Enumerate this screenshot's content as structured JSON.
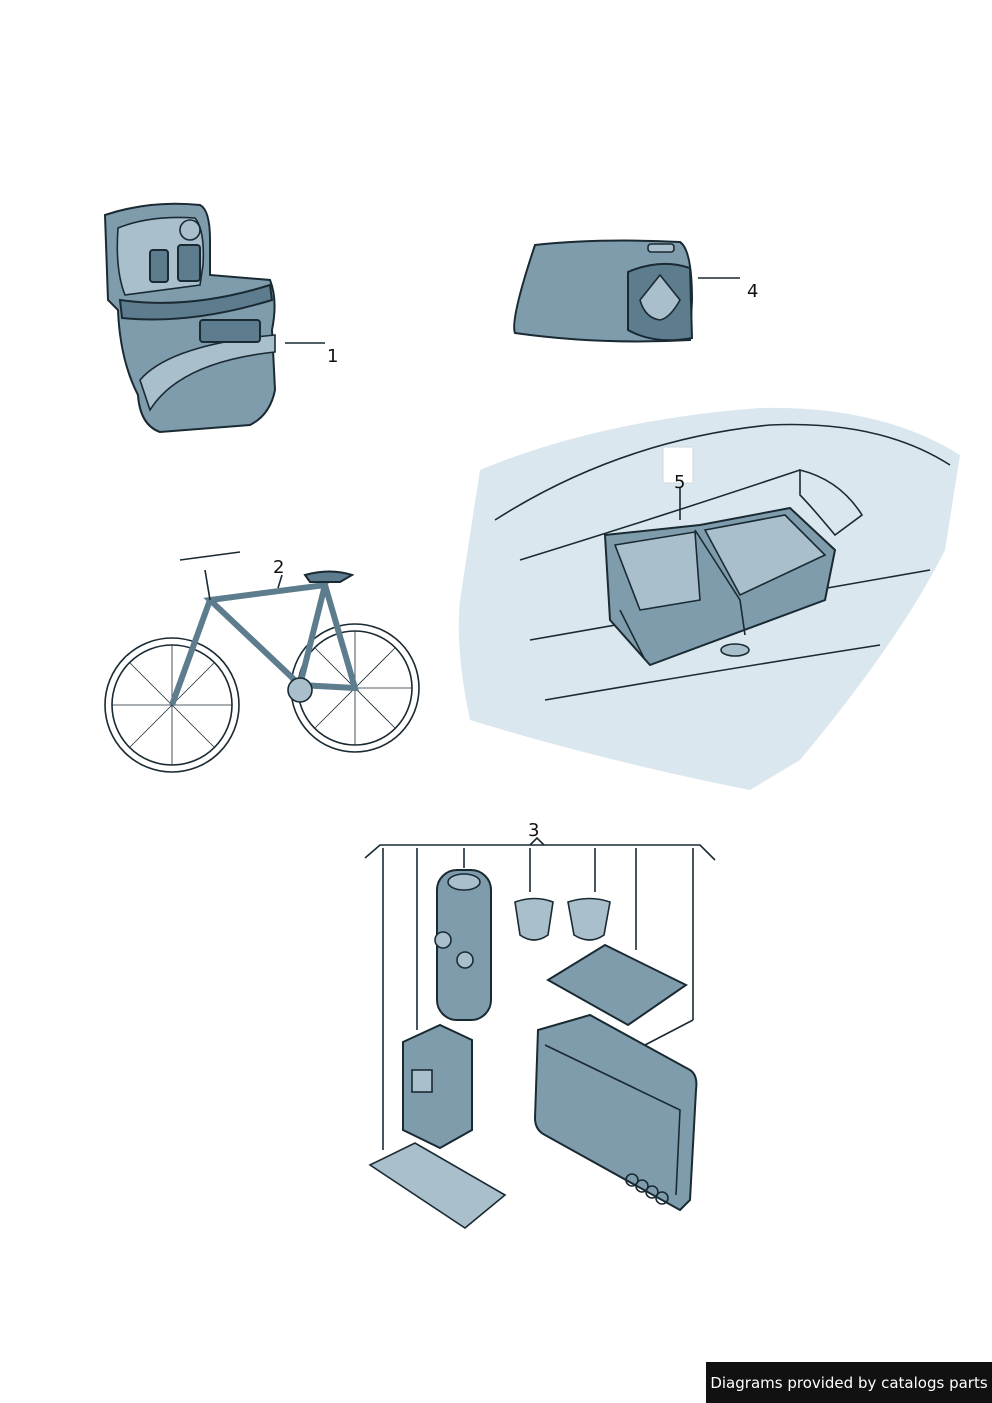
{
  "diagram": {
    "callouts": [
      {
        "id": "1",
        "label": "1"
      },
      {
        "id": "2",
        "label": "2"
      },
      {
        "id": "3",
        "label": "3"
      },
      {
        "id": "4",
        "label": "4"
      },
      {
        "id": "5",
        "label": "5"
      }
    ]
  },
  "footer": {
    "text": "Diagrams provided by catalogs parts"
  }
}
